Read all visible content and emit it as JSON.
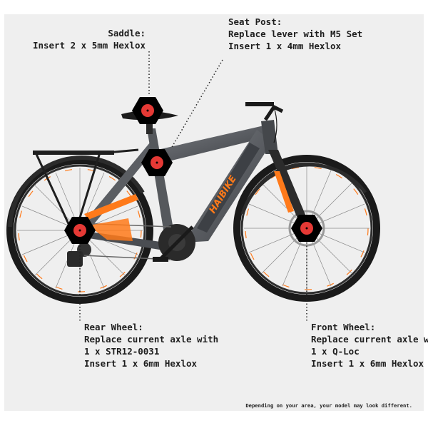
{
  "callouts": {
    "saddle": {
      "title": "Saddle:",
      "lines": [
        "Insert 2 x 5mm Hexlox"
      ]
    },
    "seat_post": {
      "title": "Seat Post:",
      "lines": [
        "Replace lever with M5 Set",
        "Insert 1 x 4mm Hexlox"
      ]
    },
    "rear_wheel": {
      "title": "Rear Wheel:",
      "lines": [
        "Replace current axle with",
        "1 x STR12-0031",
        "Insert 1 x 6mm Hexlox"
      ]
    },
    "front_wheel": {
      "title": "Front Wheel:",
      "lines": [
        "Replace current axle with",
        "1 x Q-Loc",
        "Insert  1 x 6mm Hexlox"
      ]
    }
  },
  "footnote": "Depending on your area, your model may look different.",
  "brand_text": "HAIBIKE",
  "colors": {
    "background": "#efefef",
    "frame": "#55585c",
    "accent_orange": "#ff7a1a",
    "marker_hex": "#000000",
    "marker_dot": "#e53935"
  }
}
